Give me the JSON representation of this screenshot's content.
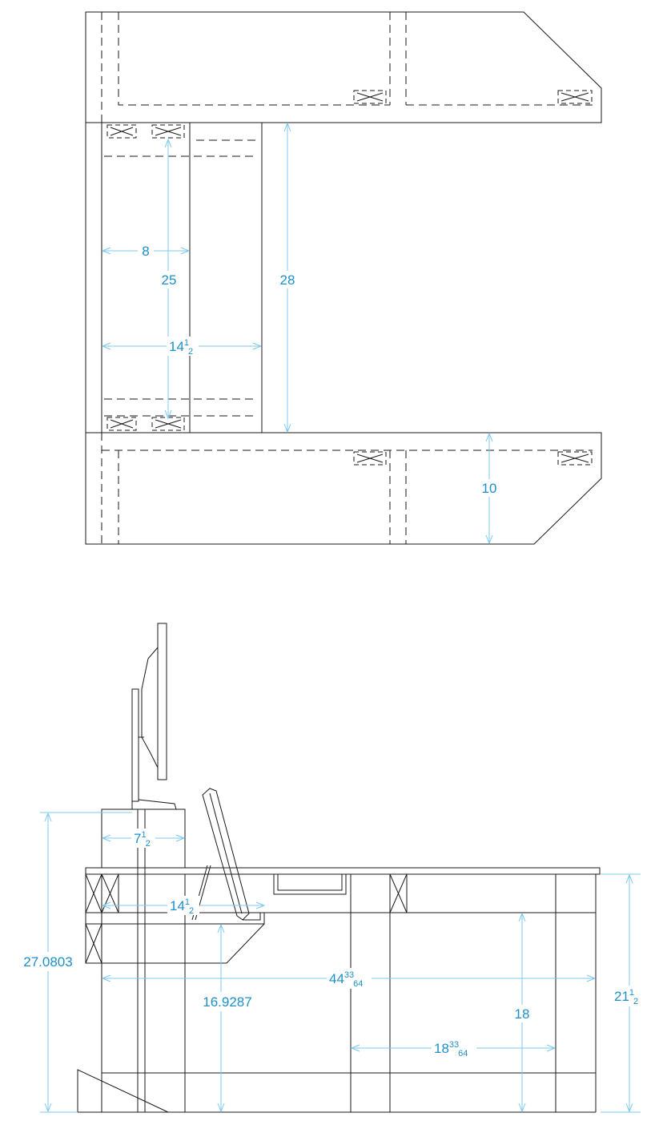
{
  "drawing": {
    "line_color": "#1a1a1a",
    "dimension_line_color": "#7cc8ee",
    "dimension_text_color": "#1d8fc9",
    "plan_view": {
      "dim_inner_width": "8",
      "dim_inner_depth": "25",
      "dim_total_width": {
        "whole": "14",
        "num": "1",
        "den": "2"
      },
      "dim_gap": "28",
      "dim_bottom_depth": "10"
    },
    "elevation_view": {
      "dim_overall_height": "27.0803",
      "dim_column_width": {
        "whole": "7",
        "num": "1",
        "den": "2"
      },
      "dim_shelf_width": {
        "whole": "14",
        "num": "1",
        "den": "2"
      },
      "dim_span": {
        "whole": "44",
        "num": "33",
        "den": "64"
      },
      "dim_shelf_height": "16.9287",
      "dim_desk_clearance": "18",
      "dim_bay_width": {
        "whole": "18",
        "num": "33",
        "den": "64"
      },
      "dim_desk_height": {
        "whole": "21",
        "num": "1",
        "den": "2"
      }
    }
  }
}
